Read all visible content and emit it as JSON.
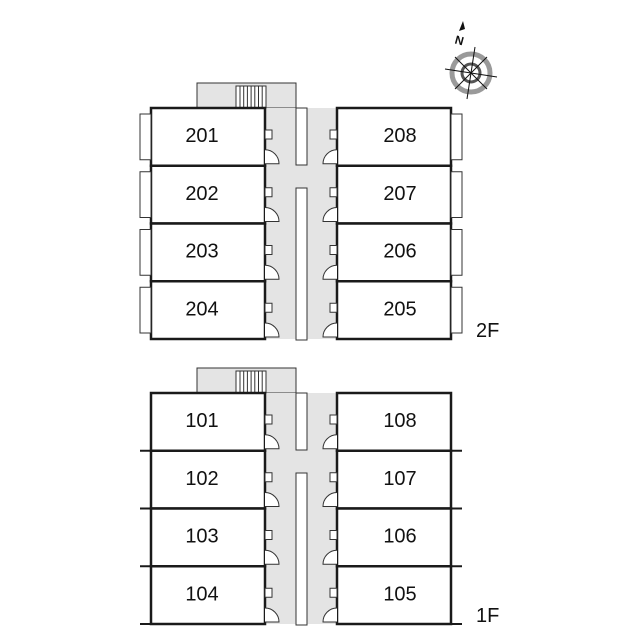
{
  "floors": [
    {
      "label": "2F",
      "left_rooms": [
        "201",
        "202",
        "203",
        "204"
      ],
      "right_rooms": [
        "208",
        "207",
        "206",
        "205"
      ]
    },
    {
      "label": "1F",
      "left_rooms": [
        "101",
        "102",
        "103",
        "104"
      ],
      "right_rooms": [
        "108",
        "107",
        "106",
        "105"
      ]
    }
  ],
  "compass": {
    "north_label": "N"
  },
  "colors": {
    "corridor": "#e4e4e4",
    "wall": "#1a1a1a",
    "compass_ring": "#9a9a9a"
  }
}
